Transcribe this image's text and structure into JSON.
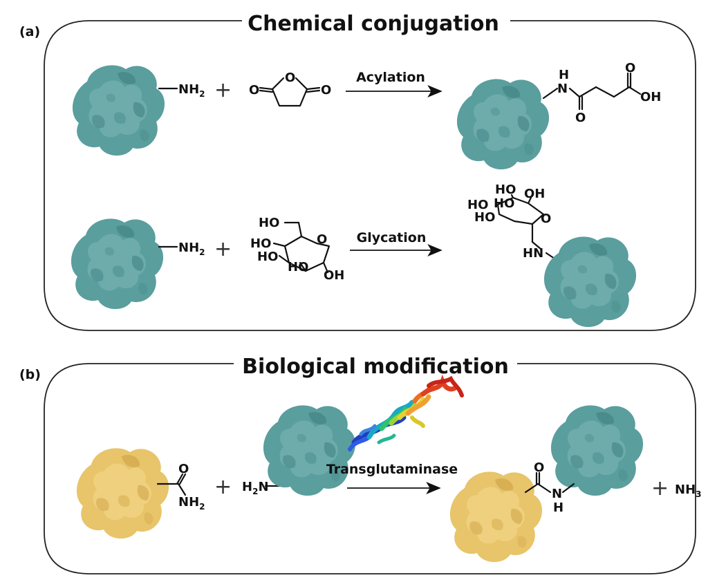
{
  "panels": {
    "a": {
      "label": "(a)",
      "title": "Chemical conjugation",
      "reactions": [
        {
          "arrow_label": "Acylation",
          "reactant_group": {
            "main": "NH",
            "sub": "2"
          },
          "anhydride_atoms": [
            "O",
            "O",
            "O"
          ],
          "product_atoms": {
            "nh": "N",
            "h": "H",
            "o1": "O",
            "o2": "O",
            "oh": "OH"
          }
        },
        {
          "arrow_label": "Glycation",
          "reactant_group": {
            "main": "NH",
            "sub": "2"
          },
          "sugar_atoms": {
            "ho_top": "HO",
            "ho_left1": "HO",
            "ho_left2": "HO",
            "ho_bottom": "HO",
            "o_ring": "O",
            "oh": "OH"
          },
          "product_atoms": {
            "ho1": "HO",
            "ho2": "HO",
            "oh": "OH",
            "ho3": "HO",
            "ho4": "HO",
            "o": "O",
            "hn": "HN"
          }
        }
      ]
    },
    "b": {
      "label": "(b)",
      "title": "Biological modification",
      "arrow_label": "Transglutaminase",
      "amide_atoms": {
        "o": "O",
        "nh": "NH",
        "nh_sub": "2"
      },
      "amine_group": {
        "main": "H",
        "sub": "2",
        "tail": "N"
      },
      "product_atoms": {
        "o": "O",
        "n": "N",
        "h": "H"
      },
      "byproduct": {
        "main": "NH",
        "sub": "3"
      }
    }
  },
  "colors": {
    "teal_protein": "#5a9e9e",
    "teal_dark": "#3f8080",
    "teal_light": "#7fb8b8",
    "yellow_protein": "#e8c46a",
    "yellow_dark": "#cfa245",
    "yellow_light": "#f2d88c"
  }
}
